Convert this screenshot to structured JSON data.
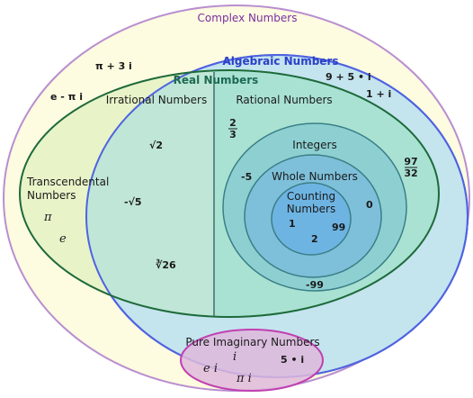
{
  "sets": {
    "complex": {
      "label": "Complex Numbers",
      "color": "#7a2fa0"
    },
    "algebraic": {
      "label": "Algebraic Numbers",
      "color": "#2a40c8"
    },
    "real": {
      "label": "Real Numbers",
      "color": "#1d6a52"
    },
    "irrational": {
      "label": "Irrational Numbers"
    },
    "rational": {
      "label": "Rational Numbers"
    },
    "transcendental": {
      "line1": "Transcendental",
      "line2": "Numbers"
    },
    "integers": {
      "label": "Integers"
    },
    "whole": {
      "label": "Whole Numbers"
    },
    "counting": {
      "line1": "Counting",
      "line2": "Numbers"
    },
    "pure_imaginary": {
      "label": "Pure Imaginary Numbers"
    }
  },
  "examples": {
    "pi_plus_3i": "π + 3 i",
    "e_minus_pi_i": "e - π i",
    "nine_plus_5i": "9 + 5 • i",
    "one_plus_i": "1 + i",
    "pi": "π",
    "e": "e",
    "sqrt2": "√2",
    "neg_sqrt5": "-√5",
    "cbrt26": "∛26",
    "two_thirds_num": "2",
    "two_thirds_den": "3",
    "frac97_num": "97",
    "frac97_den": "32",
    "neg5": "-5",
    "zero": "0",
    "one": "1",
    "two": "2",
    "ninetynine": "99",
    "neg99": "-99",
    "ei": "e i",
    "i": "i",
    "five_i": "5 • i",
    "pi_i": "π i"
  },
  "colors": {
    "complex_fill": "#fdfbe0",
    "algebraic_fill": "#c4e4ee",
    "real_fill": "#b2e6d6",
    "real_left_fill": "#e8f3c8",
    "integers_fill": "#8ed0d2",
    "whole_fill": "#7ec0da",
    "counting_fill": "#6eb4e2",
    "imaginary_fill": "#dfb8dc"
  }
}
